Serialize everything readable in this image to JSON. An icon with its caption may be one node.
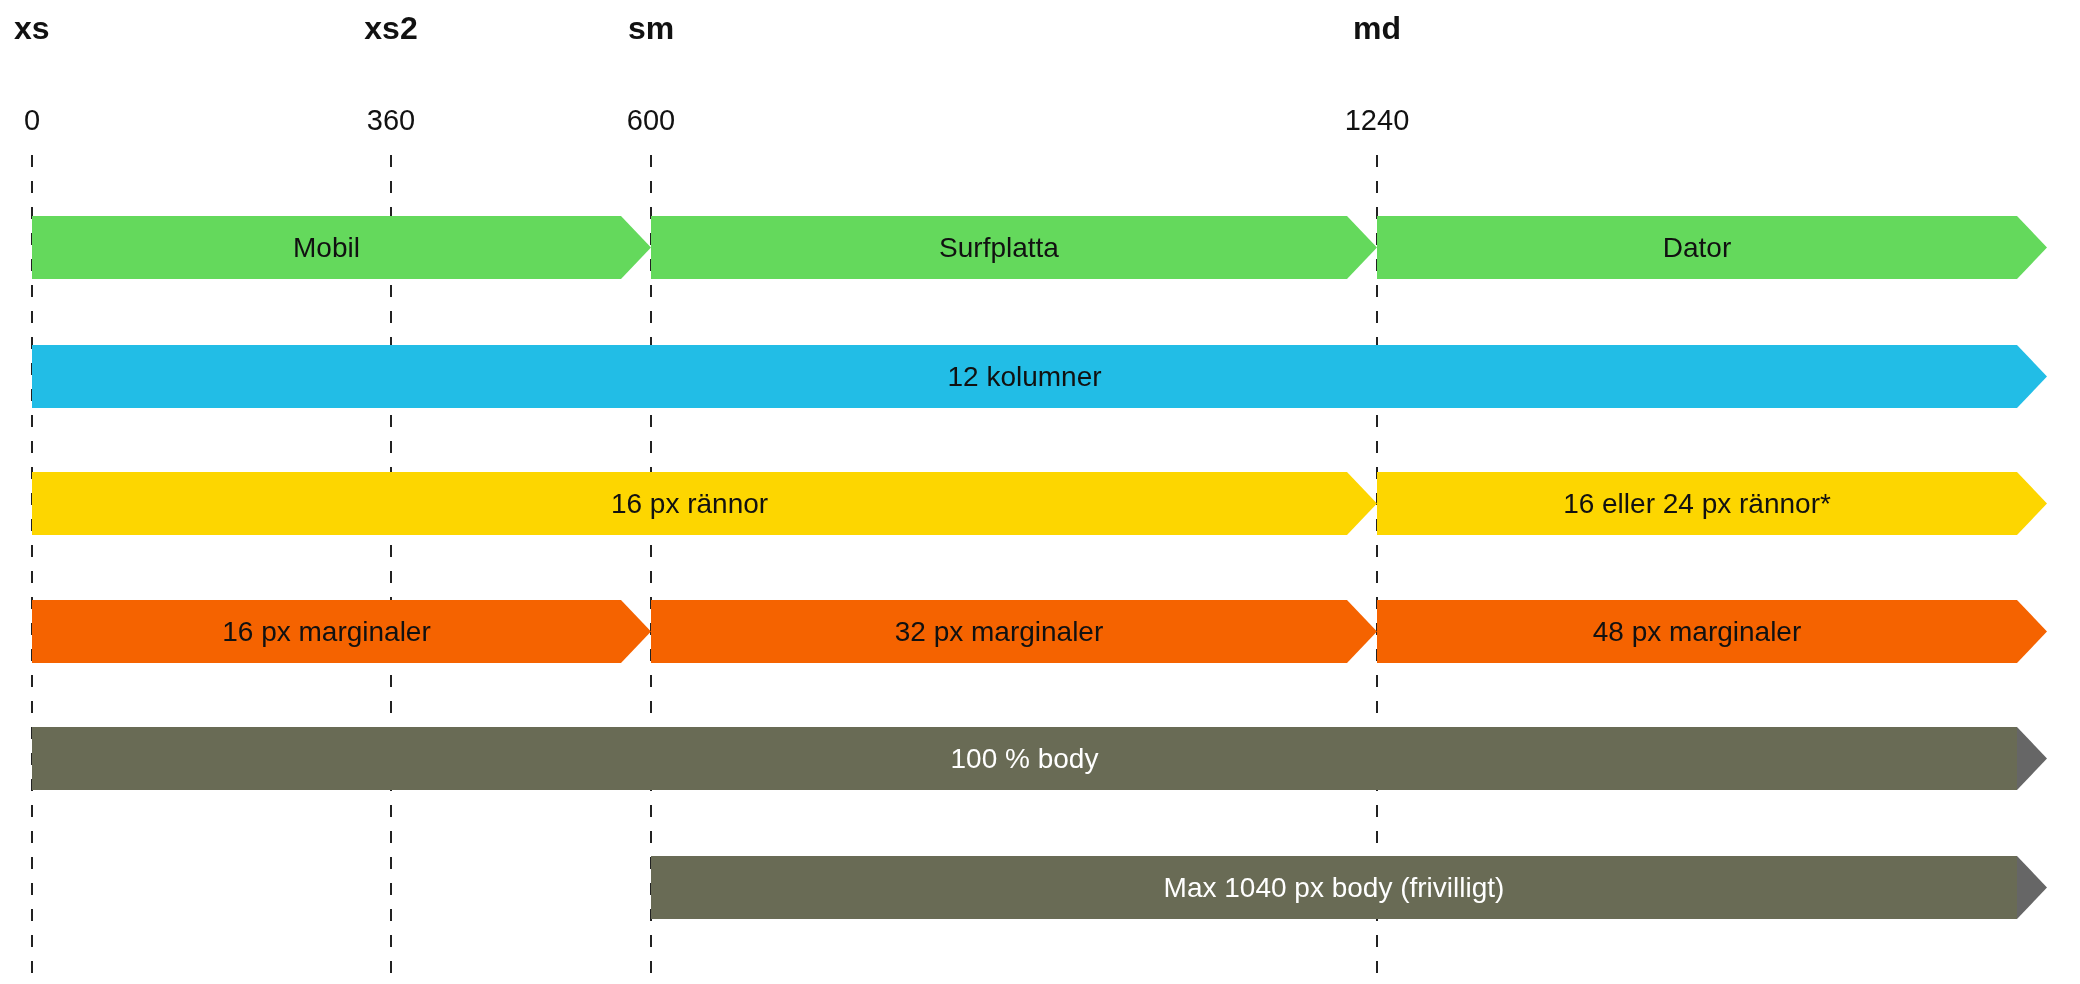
{
  "diagram": {
    "nodes": [
      {
        "text": [
          "Mobil"
        ]
      },
      {
        "text": [
          "Surfplatta"
        ]
      },
      {
        "text": [
          "Dator"
        ]
      },
      {
        "text": [
          "12 kolumner"
        ]
      },
      {
        "text": [
          "16 px rännor"
        ]
      },
      {
        "text": [
          "16 eller 24 px rännor*"
        ]
      },
      {
        "text": [
          "16 px marginaler"
        ]
      },
      {
        "text": [
          "32 px marginaler"
        ]
      },
      {
        "text": [
          "48 px marginaler"
        ]
      },
      {
        "text": [
          "100 % body"
        ]
      },
      {
        "text": [
          "Max 1040 px body (frivilligt)"
        ]
      }
    ],
    "labels": [
      "xs",
      "xs2",
      "sm",
      "md",
      "0",
      "360",
      "600",
      "1240"
    ]
  }
}
